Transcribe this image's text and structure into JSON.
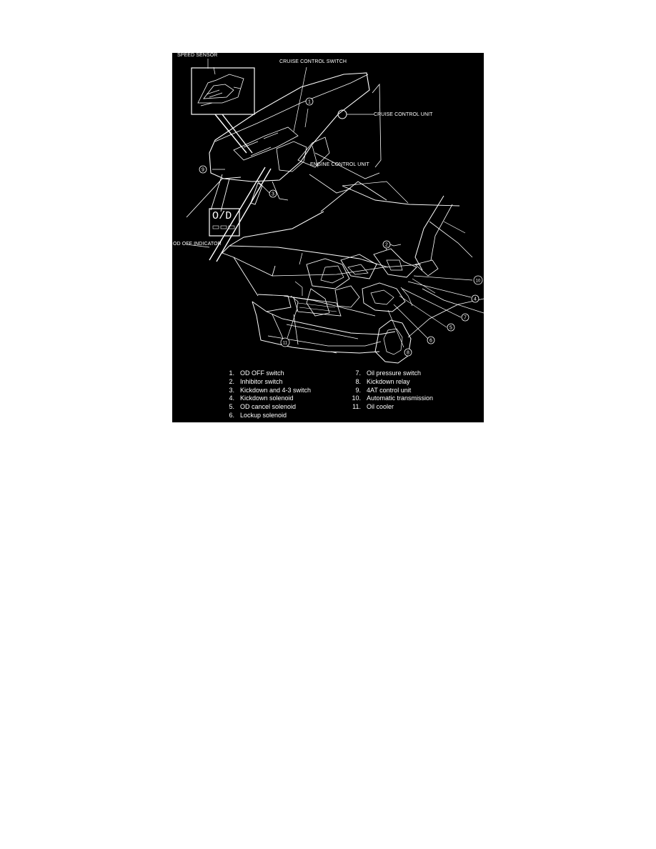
{
  "labels": {
    "speed_sensor": "SPEED SENSOR",
    "cruise_control_switch": "CRUISE CONTROL SWITCH",
    "cruise_control_unit": "CRUISE CONTROL UNIT",
    "engine_control_unit": "ENGINE CONTROL UNIT",
    "od_off_indicator": "OD OFF INDICATOR",
    "indicator_glyph": "O/D"
  },
  "callouts": [
    "1",
    "2",
    "3",
    "4",
    "5",
    "6",
    "7",
    "8",
    "9",
    "10",
    "11"
  ],
  "legend": {
    "left": [
      {
        "num": "1.",
        "text": "OD OFF switch"
      },
      {
        "num": "2.",
        "text": "Inhibitor switch"
      },
      {
        "num": "3.",
        "text": "Kickdown and 4-3 switch"
      },
      {
        "num": "4.",
        "text": "Kickdown solenoid"
      },
      {
        "num": "5.",
        "text": "OD cancel solenoid"
      },
      {
        "num": "6.",
        "text": "Lockup solenoid"
      }
    ],
    "right": [
      {
        "num": "7.",
        "text": "Oil pressure switch"
      },
      {
        "num": "8.",
        "text": "Kickdown relay"
      },
      {
        "num": "9.",
        "text": "4AT control unit"
      },
      {
        "num": "10.",
        "text": "Automatic transmission"
      },
      {
        "num": "11.",
        "text": "Oil cooler"
      }
    ]
  },
  "colors": {
    "background": "#000000",
    "ink": "#ffffff",
    "page": "#ffffff"
  }
}
